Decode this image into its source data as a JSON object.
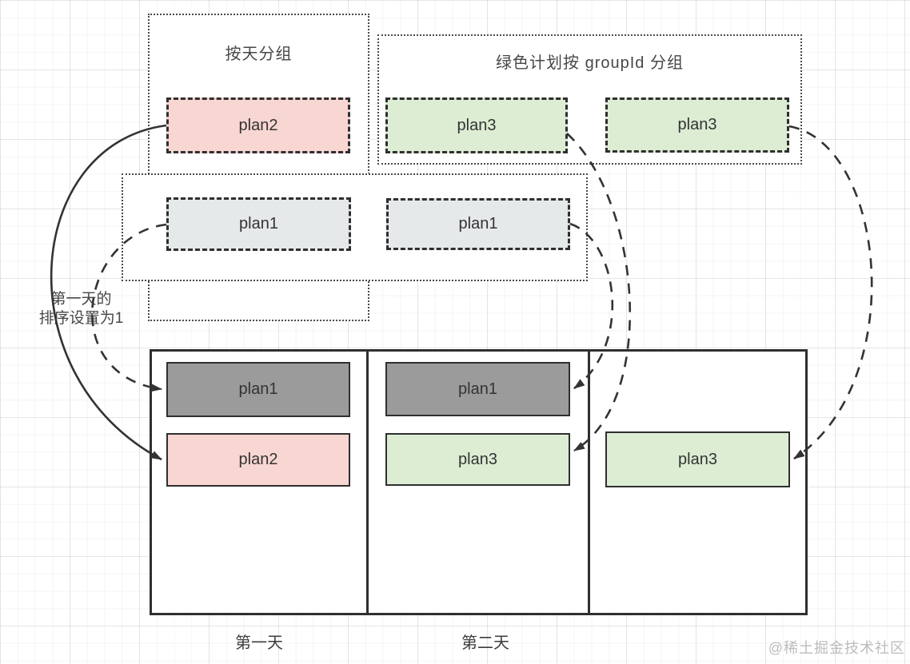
{
  "diagram": {
    "groups": {
      "day_group_label": "按天分组",
      "green_group_label": "绿色计划按 groupId 分组"
    },
    "source_plans": {
      "plan2": "plan2",
      "plan3_left": "plan3",
      "plan3_right": "plan3",
      "plan1_left": "plan1",
      "plan1_right": "plan1"
    },
    "days": {
      "day1": {
        "label": "第一天",
        "plan1": "plan1",
        "plan2": "plan2"
      },
      "day2": {
        "label": "第二天",
        "plan1": "plan1",
        "plan3": "plan3"
      },
      "day3": {
        "plan3": "plan3"
      }
    },
    "note": {
      "line1": "第一天的",
      "line2": "排序设置为1"
    },
    "watermark": "@稀土掘金技术社区",
    "colors": {
      "pink_fill": "#f8d6d2",
      "green_fill": "#dcedd3",
      "slate_fill": "#e5e9ea",
      "solid_gray_fill": "#9b9b9b",
      "stroke": "#333333",
      "dotted_border": "#4a4a4a",
      "watermark_gray": "#bcbcbe"
    }
  }
}
